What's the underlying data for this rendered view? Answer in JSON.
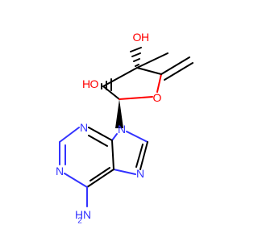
{
  "molecule": {
    "colors": {
      "bond": "#000000",
      "nitrogen": "#3333ff",
      "oxygen": "#ff0000"
    },
    "labels": {
      "oh_top": "OH",
      "oh_top_o": "O",
      "oh_top_h": "H",
      "ho_left_h": "H",
      "ho_left_o": "O",
      "ring_o": "O",
      "n9": "N",
      "n3": "N",
      "n1": "N",
      "n7": "N",
      "nh2_h": "H",
      "nh2_n": "N",
      "nh2_sub": "2"
    }
  }
}
